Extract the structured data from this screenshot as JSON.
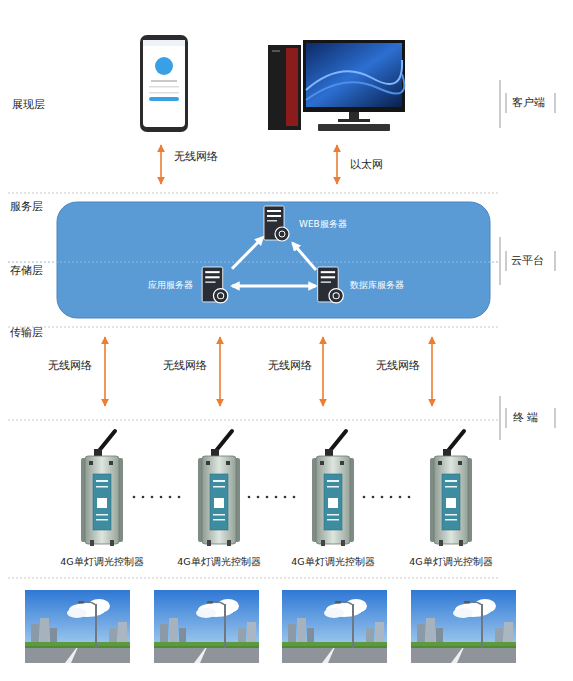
{
  "diagram": {
    "nodes": [
      {
        "text": [
          "WEB服务器"
        ]
      },
      {
        "text": [
          "应用服务器"
        ]
      },
      {
        "text": [
          "数据库服务器"
        ]
      },
      {
        "text": [
          "4G单灯调光控制器"
        ]
      },
      {
        "text": [
          "4G单灯调光控制器"
        ]
      },
      {
        "text": [
          "4G单灯调光控制器"
        ]
      },
      {
        "text": [
          "4G单灯调光控制器"
        ]
      }
    ],
    "edges": [
      {
        "from": 1,
        "to": 0,
        "arrow": "to"
      },
      {
        "from": 2,
        "to": 0,
        "arrow": "to"
      },
      {
        "from": 1,
        "to": 2,
        "arrow": "both"
      }
    ],
    "labels": [
      "展现层",
      "客户端",
      "无线网络",
      "以太网",
      "服务层",
      "云平台",
      "存储层",
      "传输层",
      "无线网络",
      "无线网络",
      "无线网络",
      "无线网络",
      "终 端"
    ]
  }
}
